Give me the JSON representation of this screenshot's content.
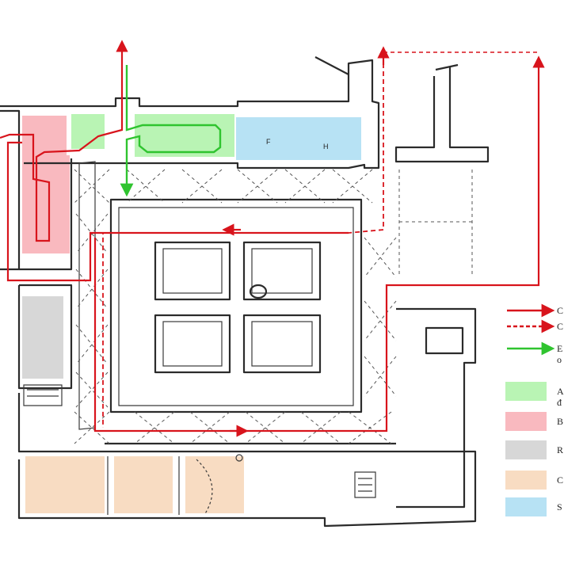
{
  "legend": {
    "items": [
      {
        "kind": "line",
        "style": "solid",
        "color": "#d8141c",
        "label": "C"
      },
      {
        "kind": "line",
        "style": "dashed",
        "color": "#d8141c",
        "label": "C"
      },
      {
        "kind": "line",
        "style": "solid",
        "color": "#2fc42f",
        "label": "E",
        "label2": "o"
      },
      {
        "kind": "swatch",
        "color": "#b9f4b4",
        "label": "A",
        "label2": "đ"
      },
      {
        "kind": "swatch",
        "color": "#f9b9bf",
        "label": "B"
      },
      {
        "kind": "swatch",
        "color": "#d7d7d7",
        "label": "R"
      },
      {
        "kind": "swatch",
        "color": "#f8dcc2",
        "label": "C"
      },
      {
        "kind": "swatch",
        "color": "#b7e2f4",
        "label": "S"
      }
    ]
  },
  "room_labels": {
    "toilet_f": "F",
    "toilet_h": "H"
  },
  "colors": {
    "route_red": "#d8141c",
    "route_green": "#2fc42f",
    "green_area": "#b9f4b4",
    "red_area": "#f9b9bf",
    "gray_area": "#d7d7d7",
    "peach_area": "#f8dcc2",
    "blue_area": "#b7e2f4"
  }
}
